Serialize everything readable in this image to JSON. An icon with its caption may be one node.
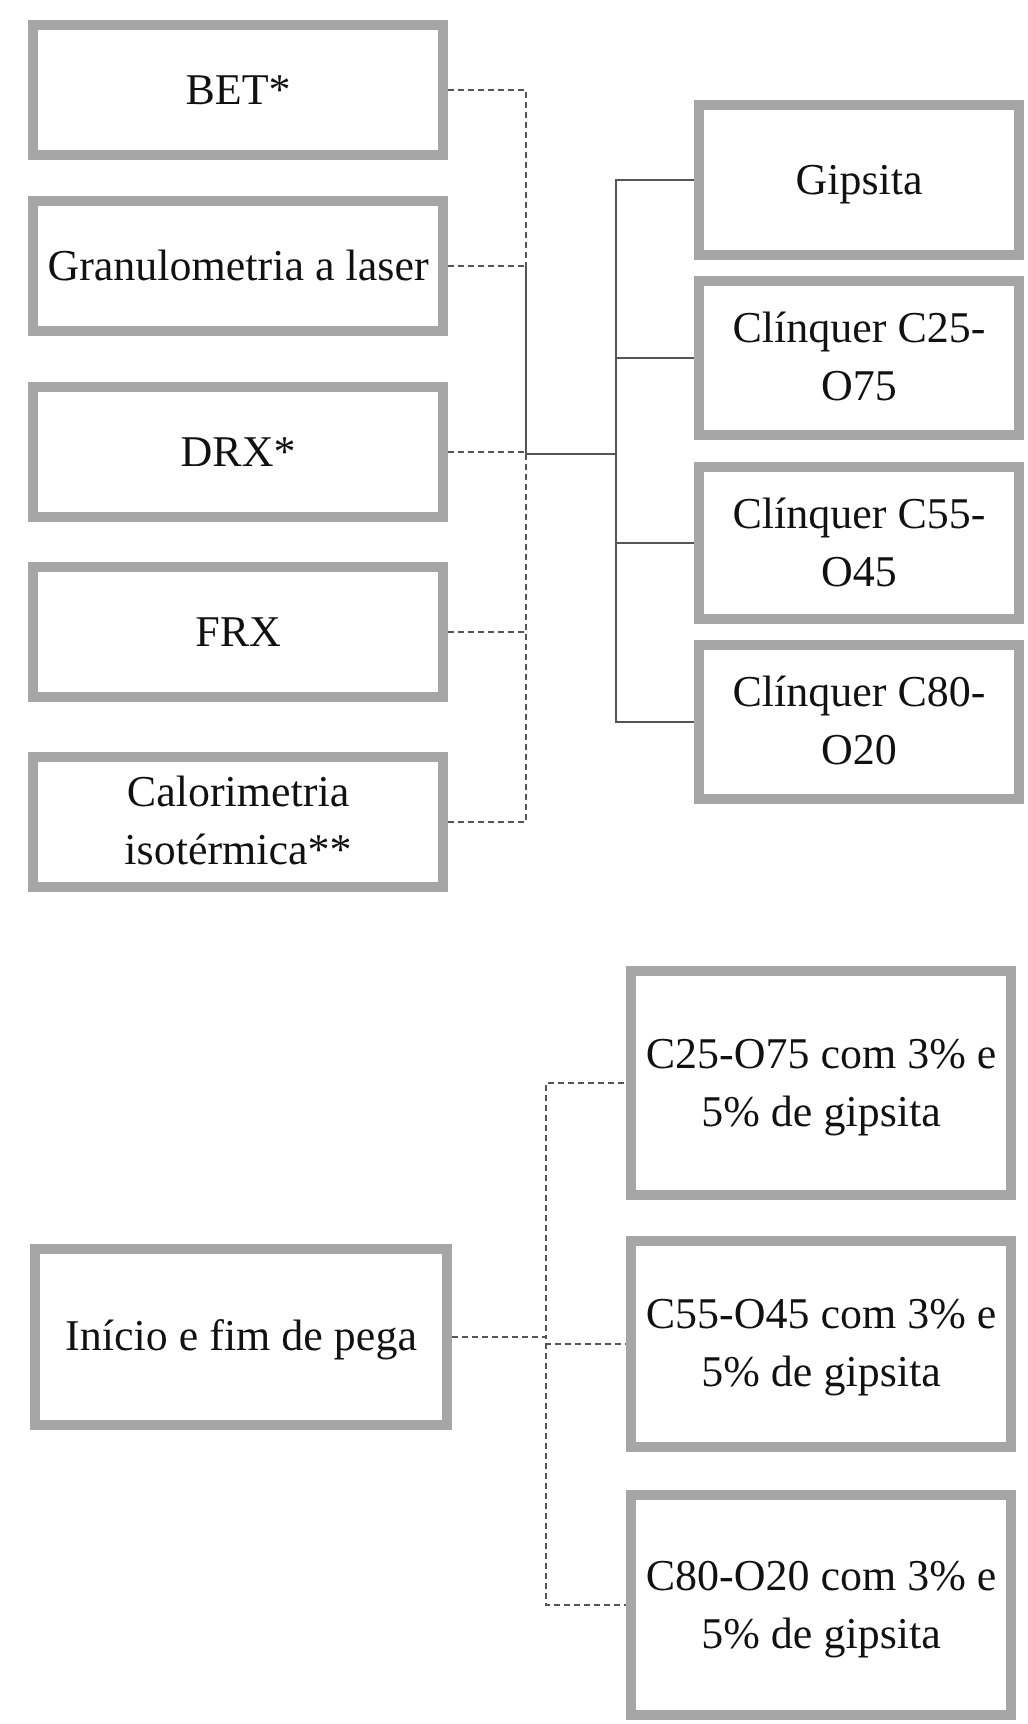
{
  "diagram": {
    "nodes": [
      {
        "text": [
          "BET*"
        ]
      },
      {
        "text": [
          "Granulometria a laser"
        ]
      },
      {
        "text": [
          "DRX*"
        ]
      },
      {
        "text": [
          "FRX"
        ]
      },
      {
        "text": [
          "Calorimetria isotérmica**"
        ]
      },
      {
        "text": [
          "Gipsita"
        ]
      },
      {
        "text": [
          "Clínquer C25-O75"
        ]
      },
      {
        "text": [
          "Clínquer C55-O45"
        ]
      },
      {
        "text": [
          "Clínquer C80-O20"
        ]
      },
      {
        "text": [
          "Início e fim de pega"
        ]
      },
      {
        "text": [
          "C25-O75 com 3% e 5% de gipsita"
        ]
      },
      {
        "text": [
          "C55-O45 com 3% e 5% de gipsita"
        ]
      },
      {
        "text": [
          "C80-O20 com 3% e 5% de gipsita"
        ]
      }
    ],
    "edges": [
      {
        "from": 0,
        "to": 5,
        "arrow": "none",
        "style": "dashed"
      },
      {
        "from": 0,
        "to": 6,
        "arrow": "none",
        "style": "dashed"
      },
      {
        "from": 0,
        "to": 7,
        "arrow": "none",
        "style": "dashed"
      },
      {
        "from": 0,
        "to": 8,
        "arrow": "none",
        "style": "dashed"
      },
      {
        "from": 1,
        "to": 5,
        "arrow": "none",
        "style": "dashed"
      },
      {
        "from": 1,
        "to": 6,
        "arrow": "none",
        "style": "dashed"
      },
      {
        "from": 1,
        "to": 7,
        "arrow": "none",
        "style": "dashed"
      },
      {
        "from": 1,
        "to": 8,
        "arrow": "none",
        "style": "dashed"
      },
      {
        "from": 2,
        "to": 5,
        "arrow": "none",
        "style": "dashed"
      },
      {
        "from": 2,
        "to": 6,
        "arrow": "none",
        "style": "dashed"
      },
      {
        "from": 2,
        "to": 7,
        "arrow": "none",
        "style": "dashed"
      },
      {
        "from": 2,
        "to": 8,
        "arrow": "none",
        "style": "dashed"
      },
      {
        "from": 3,
        "to": 5,
        "arrow": "none",
        "style": "dashed"
      },
      {
        "from": 3,
        "to": 6,
        "arrow": "none",
        "style": "dashed"
      },
      {
        "from": 3,
        "to": 7,
        "arrow": "none",
        "style": "dashed"
      },
      {
        "from": 3,
        "to": 8,
        "arrow": "none",
        "style": "dashed"
      },
      {
        "from": 4,
        "to": 5,
        "arrow": "none",
        "style": "dashed"
      },
      {
        "from": 4,
        "to": 6,
        "arrow": "none",
        "style": "dashed"
      },
      {
        "from": 4,
        "to": 7,
        "arrow": "none",
        "style": "dashed"
      },
      {
        "from": 4,
        "to": 8,
        "arrow": "none",
        "style": "dashed"
      },
      {
        "from": 9,
        "to": 10,
        "arrow": "none",
        "style": "dashed"
      },
      {
        "from": 9,
        "to": 11,
        "arrow": "none",
        "style": "dashed"
      },
      {
        "from": 9,
        "to": 12,
        "arrow": "none",
        "style": "dashed"
      }
    ]
  }
}
